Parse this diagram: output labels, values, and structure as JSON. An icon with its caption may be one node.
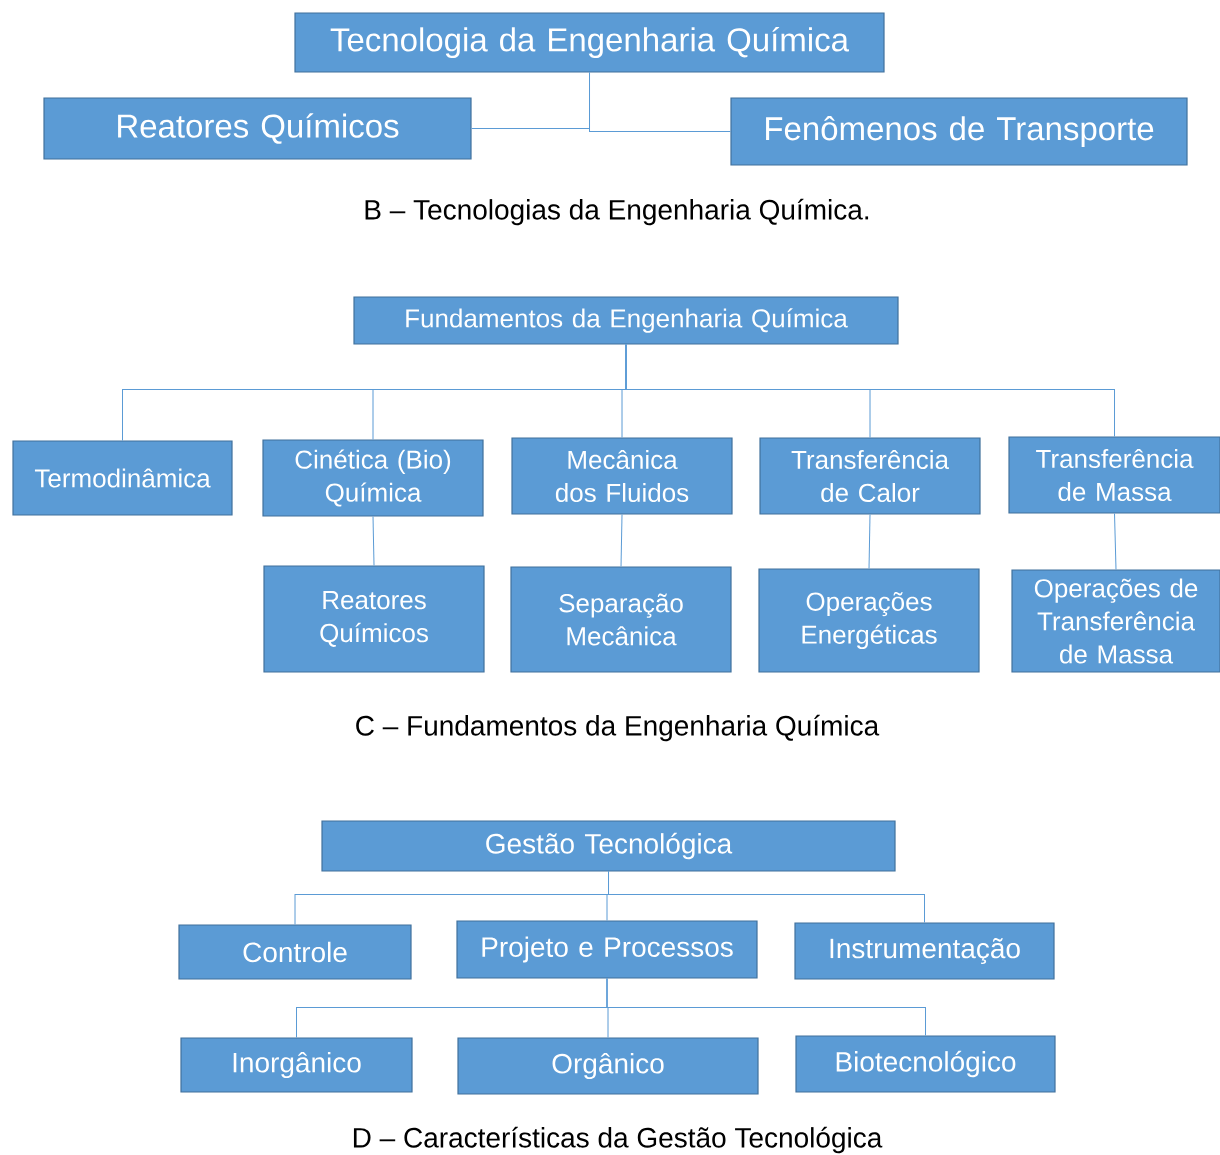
{
  "diagram": {
    "nodes": [
      {
        "text": [
          "Tecnologia da Engenharia Química"
        ]
      },
      {
        "text": [
          "Reatores Químicos"
        ]
      },
      {
        "text": [
          "Fenômenos de Transporte"
        ]
      },
      {
        "text": [
          "Fundamentos da Engenharia Química"
        ]
      },
      {
        "text": [
          "Termodinâmica"
        ]
      },
      {
        "text": [
          "Cinética (Bio) Química"
        ]
      },
      {
        "text": [
          "Mecânica dos Fluidos"
        ]
      },
      {
        "text": [
          "Transferência de Calor"
        ]
      },
      {
        "text": [
          "Transferência de Massa"
        ]
      },
      {
        "text": [
          "Reatores Químicos"
        ]
      },
      {
        "text": [
          "Separação Mecânica"
        ]
      },
      {
        "text": [
          "Operações Energéticas"
        ]
      },
      {
        "text": [
          "Operações de Transferência de Massa"
        ]
      },
      {
        "text": [
          "Gestão Tecnológica"
        ]
      },
      {
        "text": [
          "Controle"
        ]
      },
      {
        "text": [
          "Projeto e Processos"
        ]
      },
      {
        "text": [
          "Instrumentação"
        ]
      },
      {
        "text": [
          "Inorgânico"
        ]
      },
      {
        "text": [
          "Orgânico"
        ]
      },
      {
        "text": [
          "Biotecnológico"
        ]
      }
    ],
    "edges": [
      {
        "from": 0,
        "to": 1,
        "arrow": "none"
      },
      {
        "from": 0,
        "to": 2,
        "arrow": "none"
      },
      {
        "from": 3,
        "to": 4,
        "arrow": "none"
      },
      {
        "from": 3,
        "to": 5,
        "arrow": "none"
      },
      {
        "from": 3,
        "to": 6,
        "arrow": "none"
      },
      {
        "from": 3,
        "to": 7,
        "arrow": "none"
      },
      {
        "from": 3,
        "to": 8,
        "arrow": "none"
      },
      {
        "from": 5,
        "to": 9,
        "arrow": "none"
      },
      {
        "from": 6,
        "to": 10,
        "arrow": "none"
      },
      {
        "from": 7,
        "to": 11,
        "arrow": "none"
      },
      {
        "from": 8,
        "to": 12,
        "arrow": "none"
      },
      {
        "from": 13,
        "to": 14,
        "arrow": "none"
      },
      {
        "from": 13,
        "to": 15,
        "arrow": "none"
      },
      {
        "from": 13,
        "to": 16,
        "arrow": "none"
      },
      {
        "from": 15,
        "to": 17,
        "arrow": "none"
      },
      {
        "from": 15,
        "to": 18,
        "arrow": "none"
      },
      {
        "from": 15,
        "to": 19,
        "arrow": "none"
      }
    ],
    "labels": [
      "B – Tecnologias da Engenharia Química.",
      "C – Fundamentos da Engenharia Química",
      "D – Características da Gestão Tecnológica"
    ]
  }
}
